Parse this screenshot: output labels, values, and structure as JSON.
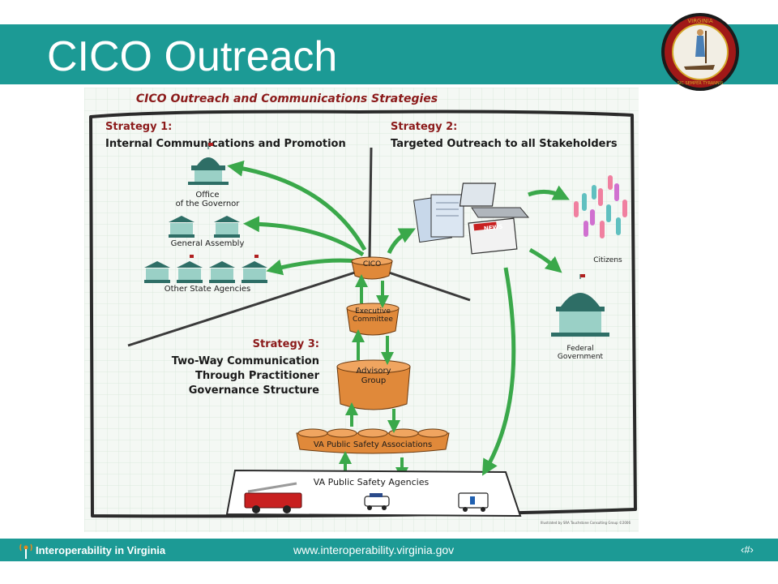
{
  "slide": {
    "title": "CICO Outreach",
    "footer_logo_text": "Interoperability in Virginia",
    "footer_url": "www.interoperability.virginia.gov",
    "page_number": "‹#›"
  },
  "seal": {
    "top_text": "VIRGINIA",
    "motto": "SIC SEMPER TYRANNIS"
  },
  "diagram": {
    "title": "CICO Outreach and Communications Strategies",
    "strategy1": {
      "heading": "Strategy 1:",
      "line1": "Internal Communications and Promotion"
    },
    "strategy2": {
      "heading": "Strategy 2:",
      "line1": "Targeted Outreach to all Stakeholders"
    },
    "strategy3": {
      "heading": "Strategy 3:",
      "line1": "Two-Way Communication",
      "line2": "Through Practitioner",
      "line3": "Governance Structure"
    },
    "office_governor": {
      "line1": "Office",
      "line2": "of the Governor"
    },
    "general_assembly": "General Assembly",
    "other_agencies": "Other State Agencies",
    "cico": "CICO",
    "executive": {
      "line1": "Executive",
      "line2": "Committee"
    },
    "advisory": {
      "line1": "Advisory",
      "line2": "Group"
    },
    "associations": "VA Public Safety Associations",
    "agencies": "VA Public Safety Agencies",
    "citizens": "Citizens",
    "federal": {
      "line1": "Federal",
      "line2": "Government"
    },
    "news": "NEWS",
    "credit": "Illustrated by SRA Touchstone Consulting Group ©2006"
  },
  "colors": {
    "teal": "#1c9a95",
    "orange": "#e0893a",
    "green_arrow": "#3aa84a",
    "building": "#2e6e66",
    "title_red": "#8b1a1a"
  }
}
